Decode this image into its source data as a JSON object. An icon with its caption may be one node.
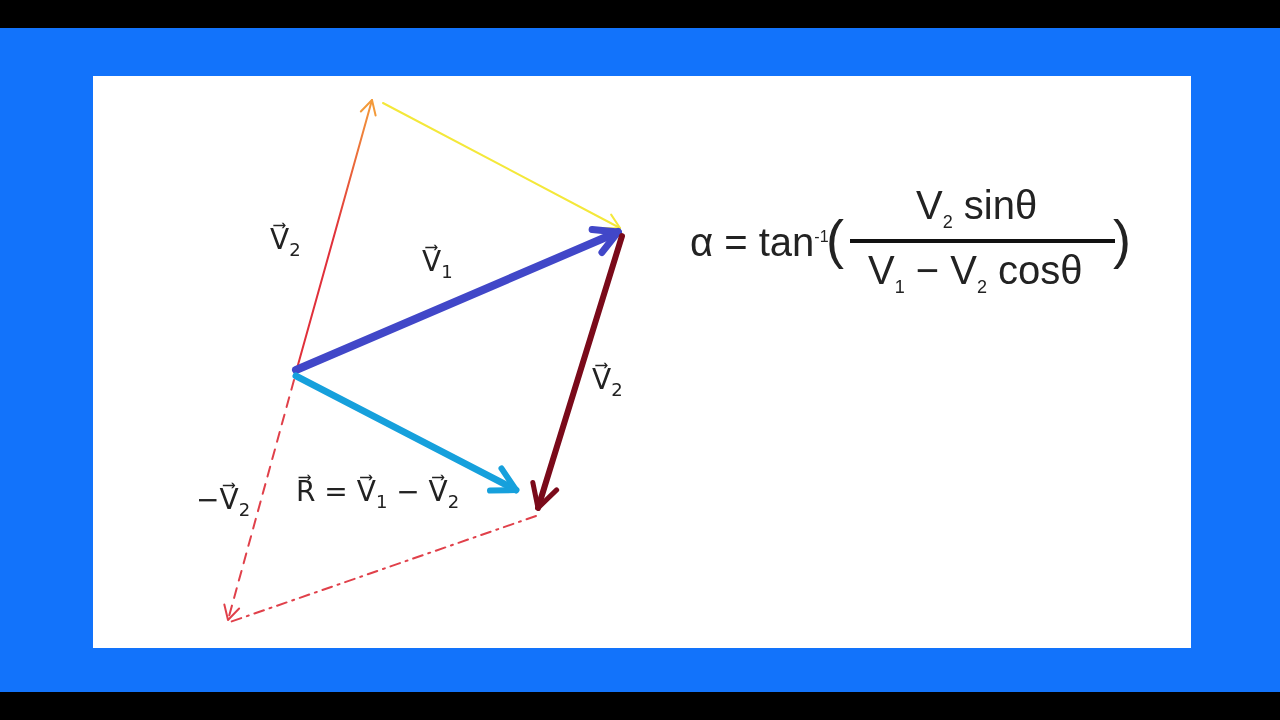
{
  "diagram": {
    "labels": [
      "V⃗$_{2}$",
      "V⃗$_{1}$",
      "V⃗$_{2}$",
      "−V⃗$_{2}$",
      "R⃗ = V⃗$_{1}$ − V⃗$_{2}$",
      "α = tan$^{-1}$",
      "(",
      "V$_{2}$  sinθ",
      "V$_{1}$ − V$_{2}$ cosθ",
      ")"
    ]
  }
}
